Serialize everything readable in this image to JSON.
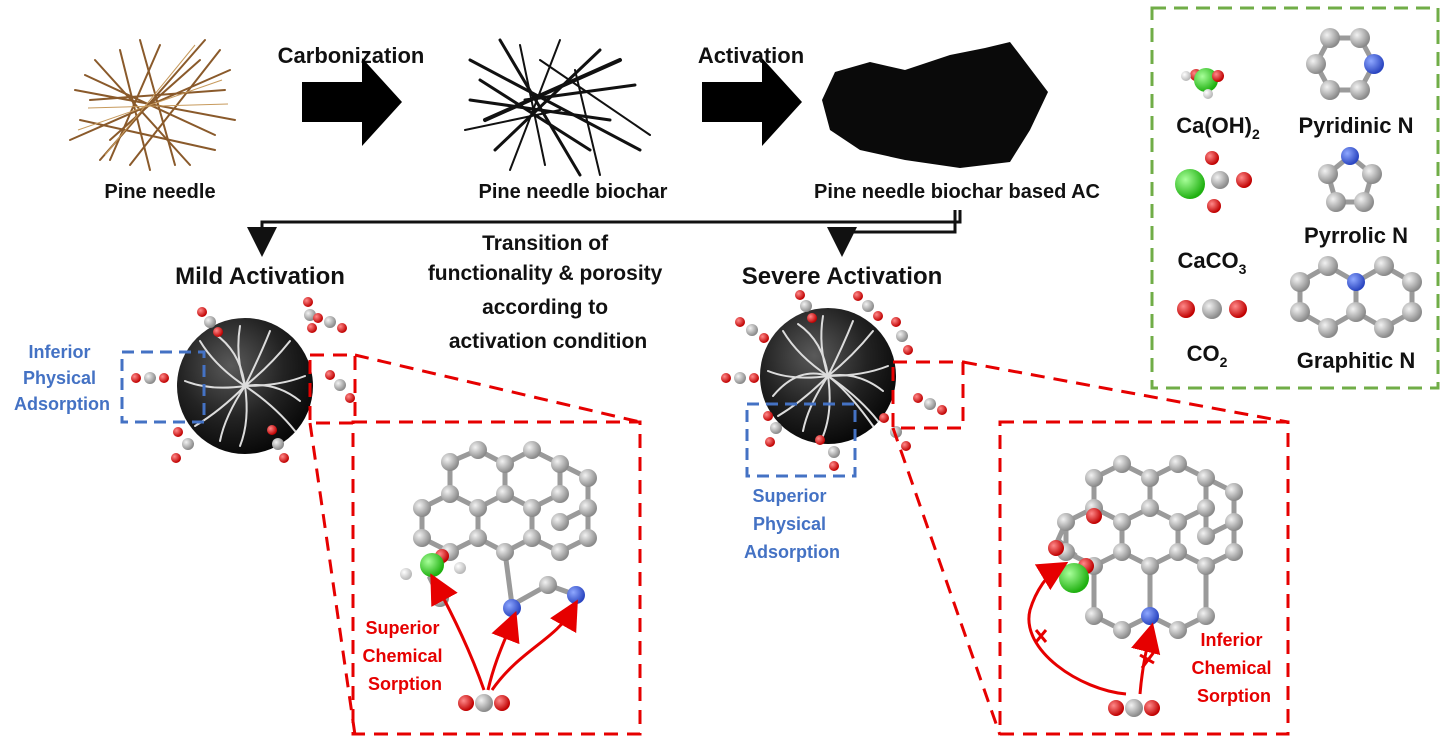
{
  "flow": {
    "step1_label": "Pine needle",
    "arrow1_label": "Carbonization",
    "step2_label": "Pine needle biochar",
    "arrow2_label": "Activation",
    "step3_label": "Pine needle biochar based AC"
  },
  "mild": {
    "title": "Mild Activation",
    "physical": [
      "Inferior",
      "Physical",
      "Adsorption"
    ],
    "chemical": [
      "Superior",
      "Chemical",
      "Sorption"
    ]
  },
  "transition": [
    "Transition of",
    "functionality & porosity",
    "according to",
    "activation condition"
  ],
  "severe": {
    "title": "Severe Activation",
    "physical": [
      "Superior",
      "Physical",
      "Adsorption"
    ],
    "chemical": [
      "Inferior",
      "Chemical",
      "Sorption"
    ]
  },
  "legend": {
    "caoh2": {
      "base": "Ca(OH)",
      "sub": "2"
    },
    "caco3": {
      "base": "CaCO",
      "sub": "3"
    },
    "co2": {
      "base": "CO",
      "sub": "2"
    },
    "pyridinic": "Pyridinic N",
    "pyrrolic": "Pyrrolic N",
    "graphitic": "Graphitic N"
  },
  "colors": {
    "physical_text": "#4472c4",
    "chemical_text": "#e60000",
    "legend_border": "#70ad47",
    "atom_carbon": "#a6a6a6",
    "atom_oxygen": "#e02020",
    "atom_nitrogen": "#3a5fd9",
    "atom_calcium": "#33dd22",
    "atom_hydrogen": "#ffffff"
  }
}
